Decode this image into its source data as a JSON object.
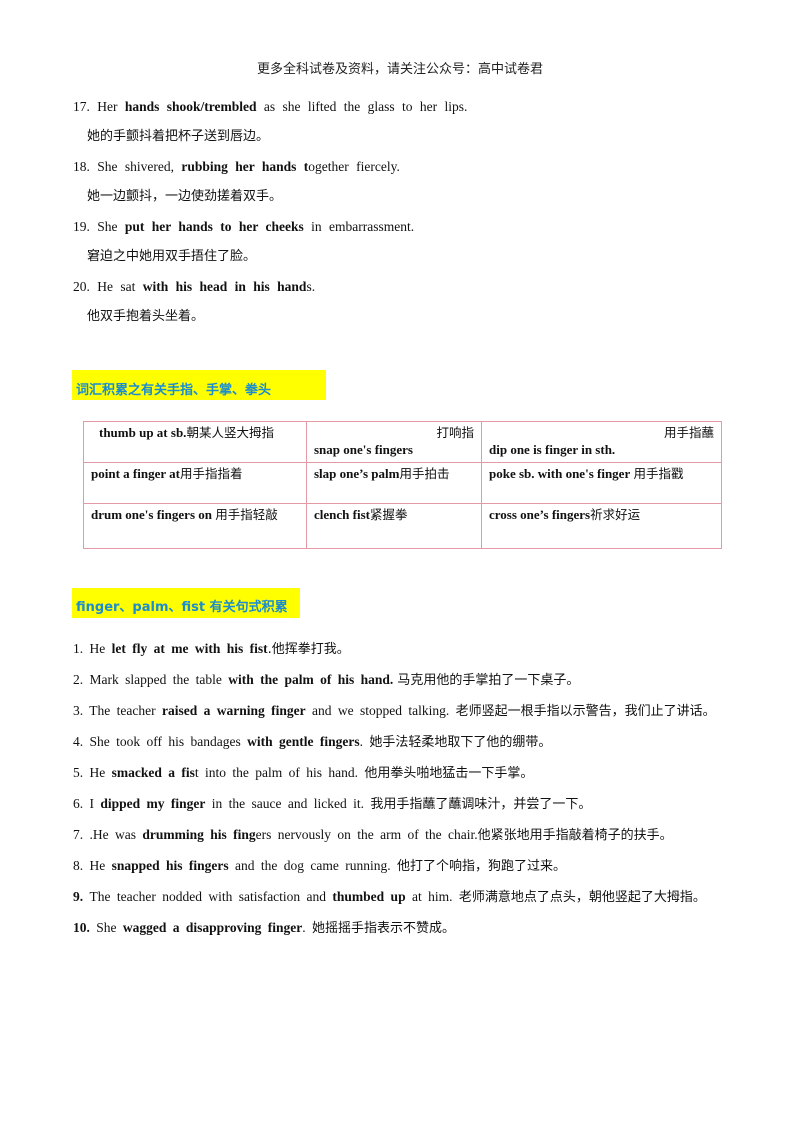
{
  "header": {
    "text": "更多全科试卷及资料，请关注公众号：高中试卷君"
  },
  "top_list": [
    {
      "num": "17.",
      "pre": "Her ",
      "bold": "hands shook/trembled",
      "post": " as she lifted the glass to her lips.",
      "cn": "她的手颤抖着把杯子送到唇边。"
    },
    {
      "num": "18.",
      "pre": "She shivered, ",
      "bold": "rubbing her hands t",
      "post": "ogether fiercely.",
      "cn": "她一边颤抖，一边使劲搓着双手。"
    },
    {
      "num": "19.",
      "pre": "She ",
      "bold": "put her hands to her cheeks",
      "post": " in embarrassment.",
      "cn": "窘迫之中她用双手捂住了脸。"
    },
    {
      "num": "20.",
      "pre": "He sat ",
      "bold": "with his head in his hand",
      "post": "s.",
      "cn": "他双手抱着头坐着。"
    }
  ],
  "section1_title": "词汇积累之有关手指、手掌、拳头",
  "vocab_table": [
    [
      {
        "en": "thumb up at sb.",
        "cn": "朝某人竖大拇指"
      },
      {
        "cn_top": "打响指",
        "en": "snap one's fingers"
      },
      {
        "cn_top": "用手指蘸",
        "en": "dip one is finger in sth."
      }
    ],
    [
      {
        "en": "point a finger at",
        "cn": "用手指指着"
      },
      {
        "en": "slap one’s palm",
        "cn": "用手拍击"
      },
      {
        "en": "poke sb. with one's finger",
        "cn": "用手指戳"
      }
    ],
    [
      {
        "en": "drum one's fingers on",
        "cn": "用手指轻敲"
      },
      {
        "en": "clench fist",
        "cn": "紧握拳"
      },
      {
        "en": "cross one’s fingers",
        "cn": "祈求好运"
      }
    ]
  ],
  "section2_title": "finger、palm、fist 有关句式积累",
  "sentences": [
    {
      "num": "1.",
      "parts": [
        [
          "n",
          "He "
        ],
        [
          "b",
          "let fly at me with his fist"
        ],
        [
          "c",
          ".他挥拳打我。"
        ]
      ]
    },
    {
      "num": "2.",
      "parts": [
        [
          "n",
          "Mark slapped the table "
        ],
        [
          "b",
          "with the palm of his hand."
        ],
        [
          "c",
          " 马克用他的手掌拍了一下桌子。"
        ]
      ]
    },
    {
      "num": "3.",
      "parts": [
        [
          "n",
          "The teacher "
        ],
        [
          "b",
          "raised a warning finger"
        ],
        [
          "n",
          " and we stopped talking. "
        ],
        [
          "c",
          "老师竖起一根手指以示警告，我们止了讲话。"
        ]
      ]
    },
    {
      "num": "4.",
      "parts": [
        [
          "n",
          "She took off  his bandages "
        ],
        [
          "b",
          "with gentle fingers"
        ],
        [
          "n",
          ". "
        ],
        [
          "c",
          "她手法轻柔地取下了他的绷带。"
        ]
      ]
    },
    {
      "num": "5.",
      "parts": [
        [
          "n",
          "He "
        ],
        [
          "b",
          "smacked a fis"
        ],
        [
          "n",
          "t into the palm of his hand. "
        ],
        [
          "c",
          "他用拳头啪地猛击一下手掌。"
        ]
      ]
    },
    {
      "num": "6.",
      "parts": [
        [
          "n",
          "I "
        ],
        [
          "b",
          "dipped my finger"
        ],
        [
          "n",
          " in the sauce and licked it. "
        ],
        [
          "c",
          "我用手指蘸了蘸调味汁，并尝了一下。"
        ]
      ]
    },
    {
      "num": "7.",
      "parts": [
        [
          "n",
          ".He was "
        ],
        [
          "b",
          "drumming his fing"
        ],
        [
          "n",
          "ers nervously on the arm of the chair."
        ],
        [
          "c",
          "他紧张地用手指敲着椅子的扶手。"
        ]
      ]
    },
    {
      "num": "8.",
      "parts": [
        [
          "n",
          "He "
        ],
        [
          "b",
          "snapped his fingers"
        ],
        [
          "n",
          " and the dog came running. "
        ],
        [
          "c",
          "他打了个响指，狗跑了过来。"
        ]
      ]
    },
    {
      "num": "9.",
      "bold_num": true,
      "parts": [
        [
          "n",
          "The teacher nodded with satisfaction and "
        ],
        [
          "b",
          "thumbed up"
        ],
        [
          "n",
          " at him. "
        ],
        [
          "c",
          "老师满意地点了点头，朝他竖起了大拇指。"
        ]
      ]
    },
    {
      "num": "10.",
      "bold_num": true,
      "parts": [
        [
          "n",
          "She "
        ],
        [
          "b",
          "wagged a disapproving finger"
        ],
        [
          "n",
          ". "
        ],
        [
          "c",
          "她摇摇手指表示不赞成。"
        ]
      ]
    }
  ]
}
